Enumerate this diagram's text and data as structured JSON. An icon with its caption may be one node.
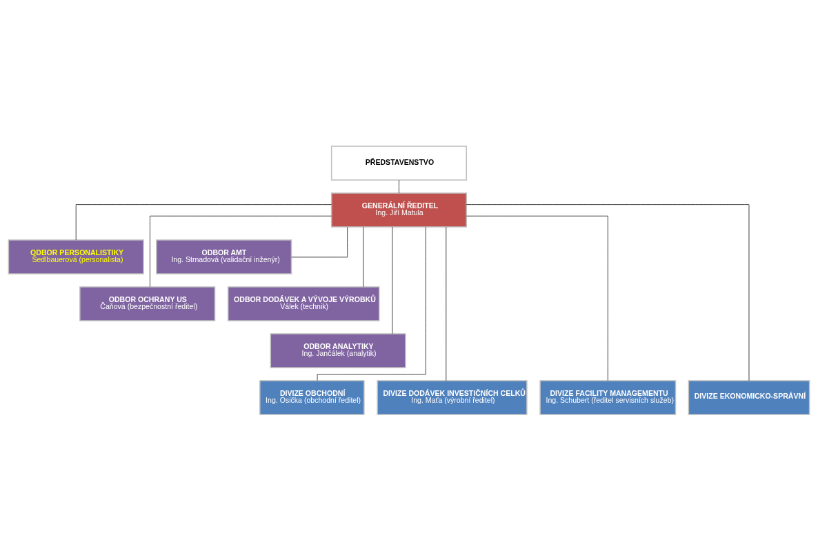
{
  "diagram": {
    "nodes": [
      {
        "text": [
          "PŘEDSTAVENSTVO"
        ]
      },
      {
        "text": [
          "GENERÁLNÍ ŘEDITEL",
          "Ing. Jiří Matula"
        ]
      },
      {
        "text": [
          "ODBOR PERSONALISTIKY",
          "Šedlbauerová (personalista)"
        ]
      },
      {
        "text": [
          "ODBOR AMT",
          "Ing. Strnadová (validační inženýr)"
        ]
      },
      {
        "text": [
          "ODBOR OCHRANY US",
          "Čaňová (bezpečnostní ředitel)"
        ]
      },
      {
        "text": [
          "ODBOR DODÁVEK A VÝVOJE VÝROBKŮ",
          "Válek (technik)"
        ]
      },
      {
        "text": [
          "ODBOR ANALYTIKY",
          "Ing. Jančálek (analytik)"
        ]
      },
      {
        "text": [
          "DIVIZE OBCHODNÍ",
          "Ing. Osička (obchodní ředitel)"
        ]
      },
      {
        "text": [
          "DIVIZE DODÁVEK INVESTIČNÍCH CELKŮ",
          "Ing. Maťa (výrobní ředitel)"
        ]
      },
      {
        "text": [
          "DIVIZE FACILITY MANAGEMENTU",
          "Ing. Schubert (ředitel servisních služeb)"
        ]
      },
      {
        "text": [
          "DIVIZE EKONOMICKO-SPRÁVNÍ"
        ]
      }
    ],
    "edges": [
      {
        "from": 0,
        "to": 1,
        "arrow": "none"
      },
      {
        "from": 1,
        "to": 2,
        "arrow": "none"
      },
      {
        "from": 1,
        "to": 3,
        "arrow": "none"
      },
      {
        "from": 1,
        "to": 4,
        "arrow": "none"
      },
      {
        "from": 1,
        "to": 5,
        "arrow": "none"
      },
      {
        "from": 1,
        "to": 6,
        "arrow": "none"
      },
      {
        "from": 1,
        "to": 7,
        "arrow": "none"
      },
      {
        "from": 1,
        "to": 8,
        "arrow": "none"
      },
      {
        "from": 1,
        "to": 9,
        "arrow": "none"
      },
      {
        "from": 1,
        "to": 10,
        "arrow": "none"
      }
    ]
  }
}
